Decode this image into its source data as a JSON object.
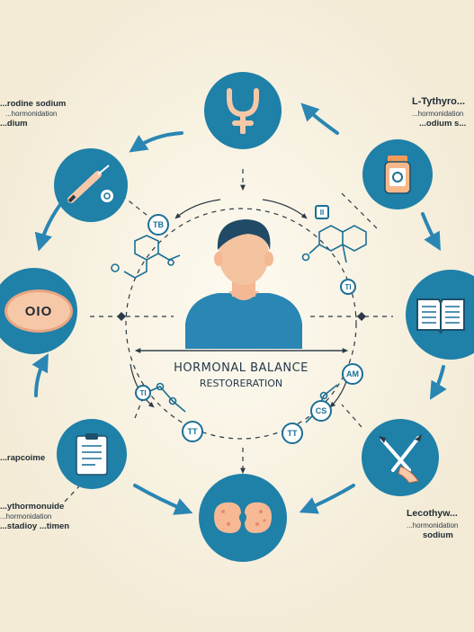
{
  "center": {
    "title_line1": "HORMONAL BALANCE",
    "title_line2": "RESTORERATION"
  },
  "labels": {
    "top_left": {
      "line1": "...rodine sodium",
      "line2": "...hormonidation",
      "line3": "...dium"
    },
    "top_right": {
      "line1": "L-Tythyro...",
      "line2": "...hormonidation",
      "line3": "...odium s..."
    },
    "mid_left": {
      "line1": "...rapcoime"
    },
    "bottom_left": {
      "line1": "...ythormonuide",
      "line2": "...hormonidation",
      "line3": "...stadioy ...timen"
    },
    "bottom_right": {
      "line1": "Lecothyw...",
      "line2": "...hormonidation",
      "line3": "sodium"
    }
  },
  "chips": {
    "tb": "TB",
    "ii": "II",
    "ti_right": "TI",
    "am": "AM",
    "cs": "CS",
    "tt_right": "TT",
    "tt_left": "TT",
    "ti_bottom": "TI"
  },
  "pill_text": "OIO",
  "icons": [
    "venus-symbol-icon",
    "medicine-bottle-icon",
    "open-book-icon",
    "tools-icon",
    "kidney-icon",
    "clipboard-icon",
    "oval-pill-icon",
    "syringe-icon",
    "person-avatar-icon",
    "molecule-icon"
  ],
  "colors": {
    "node": "#1f80a8",
    "accent": "#2a86b3",
    "skin": "#f7c8a8",
    "background": "#f7f2e3"
  }
}
